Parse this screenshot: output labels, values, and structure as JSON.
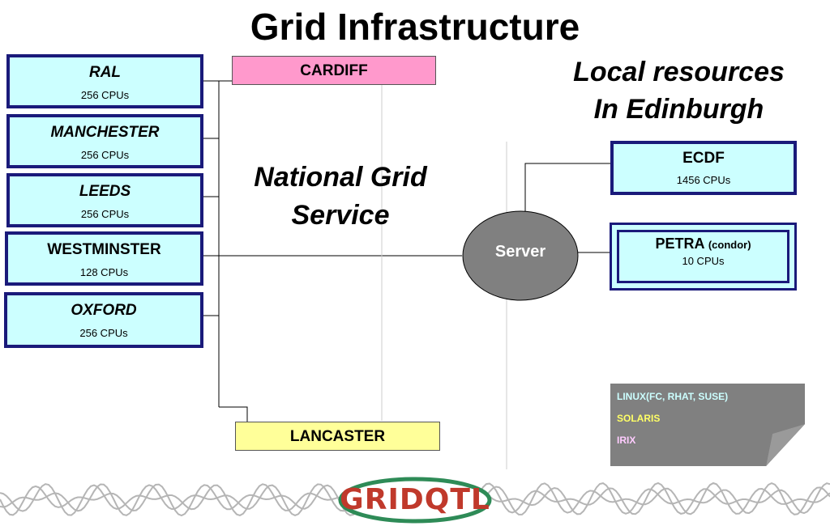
{
  "title": "Grid Infrastructure",
  "national_caption": [
    "National Grid",
    "Service"
  ],
  "local_caption": [
    "Local resources",
    "In Edinburgh"
  ],
  "national_nodes": [
    {
      "name": "RAL",
      "cpus": "256 CPUs",
      "italic": true
    },
    {
      "name": "MANCHESTER",
      "cpus": "256 CPUs",
      "italic": true
    },
    {
      "name": "LEEDS",
      "cpus": "256 CPUs",
      "italic": true
    },
    {
      "name": "WESTMINSTER",
      "cpus": "128 CPUs",
      "italic": false
    },
    {
      "name": "OXFORD",
      "cpus": "256 CPUs",
      "italic": true
    }
  ],
  "cardiff": {
    "name": "CARDIFF",
    "color": "#ff99cc"
  },
  "lancaster": {
    "name": "LANCASTER",
    "color": "#ffff99"
  },
  "server": {
    "label": "Server",
    "color": "#808080"
  },
  "ecdf": {
    "name": "ECDF",
    "cpus": "1456 CPUs"
  },
  "petra": {
    "name": "PETRA",
    "note": "(condor)",
    "cpus": "10 CPUs"
  },
  "legend": {
    "items": [
      {
        "label": "LINUX(FC, RHAT, SUSE)",
        "color": "#ccffff"
      },
      {
        "label": "SOLARIS",
        "color": "#ffff66"
      },
      {
        "label": "IRIX",
        "color": "#ffccff"
      }
    ],
    "background": "#808080"
  },
  "logo": {
    "text": "GRIDQTL",
    "color": "#c0392b"
  },
  "colors": {
    "node_fill": "#ccffff",
    "node_border": "#1a1a7a"
  }
}
